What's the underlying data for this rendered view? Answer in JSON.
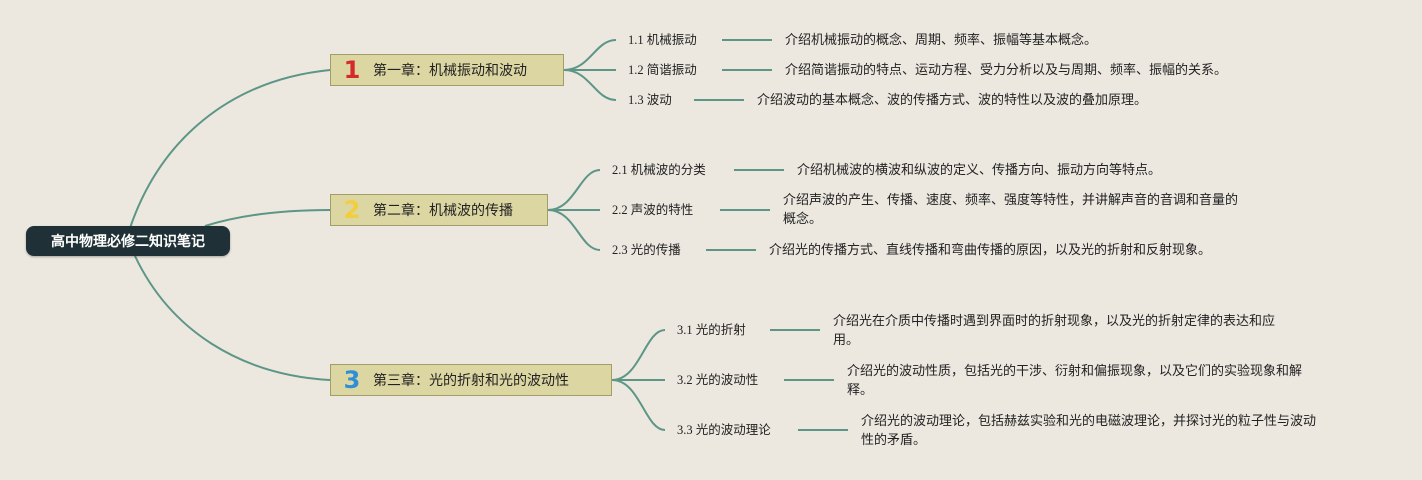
{
  "root": {
    "title": "高中物理必修二知识笔记"
  },
  "colors": {
    "connector": "#5d9686",
    "root_bg": "#1f3137",
    "chapter_bg": "#dcd6a2"
  },
  "chapters": [
    {
      "number": "1",
      "number_color": "#d42a2a",
      "title": "第一章：机械振动和波动",
      "topics": [
        {
          "label": "1.1 机械振动",
          "desc": [
            "介绍机械振动的概念、周期、频率、振幅等基本概念。"
          ]
        },
        {
          "label": "1.2 简谐振动",
          "desc": [
            "介绍简谐振动的特点、运动方程、受力分析以及与周期、频率、振幅的关系。"
          ]
        },
        {
          "label": "1.3 波动",
          "desc": [
            "介绍波动的基本概念、波的传播方式、波的特性以及波的叠加原理。"
          ]
        }
      ]
    },
    {
      "number": "2",
      "number_color": "#f2cd3c",
      "title": "第二章：机械波的传播",
      "topics": [
        {
          "label": "2.1 机械波的分类",
          "desc": [
            "介绍机械波的横波和纵波的定义、传播方向、振动方向等特点。"
          ]
        },
        {
          "label": "2.2 声波的特性",
          "desc": [
            "介绍声波的产生、传播、速度、频率、强度等特性，并讲解声音的音调和音量的",
            "概念。"
          ]
        },
        {
          "label": "2.3 光的传播",
          "desc": [
            "介绍光的传播方式、直线传播和弯曲传播的原因，以及光的折射和反射现象。"
          ]
        }
      ]
    },
    {
      "number": "3",
      "number_color": "#2e8fd6",
      "title": "第三章：光的折射和光的波动性",
      "topics": [
        {
          "label": "3.1 光的折射",
          "desc": [
            "介绍光在介质中传播时遇到界面时的折射现象，以及光的折射定律的表达和应",
            "用。"
          ]
        },
        {
          "label": "3.2 光的波动性",
          "desc": [
            "介绍光的波动性质，包括光的干涉、衍射和偏振现象，以及它们的实验现象和解",
            "释。"
          ]
        },
        {
          "label": "3.3 光的波动理论",
          "desc": [
            "介绍光的波动理论，包括赫兹实验和光的电磁波理论，并探讨光的粒子性与波动",
            "性的矛盾。"
          ]
        }
      ]
    }
  ]
}
